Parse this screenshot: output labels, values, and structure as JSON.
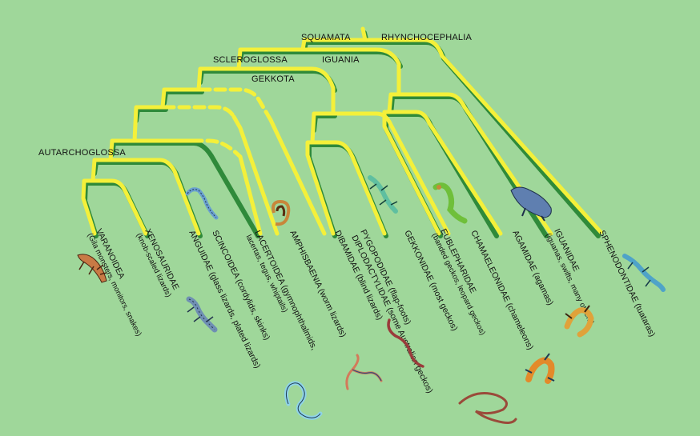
{
  "colors": {
    "background": "#9fd79a",
    "branch": "#f4f03a",
    "branch_shadow": "#2f8a3a",
    "text": "#111111"
  },
  "clades": {
    "squamata": "SQUAMATA",
    "rhynchocephalia": "RHYNCHOCEPHALIA",
    "scleroglossa": "SCLEROGLOSSA",
    "iguania": "IGUANIA",
    "gekkota": "GEKKOTA",
    "autarchoglossa": "AUTARCHOGLOSSA"
  },
  "taxa": [
    {
      "name": "VARANOIDEA",
      "common": "(Gila monsters, monitors, snakes)"
    },
    {
      "name": "XENOSAURIDAE",
      "common": "(knob-scaled lizards)"
    },
    {
      "name": "ANGUIDAE (glass lizards, plated lizards)",
      "common": ""
    },
    {
      "name": "SCINCOIDEA (cordylids, skinks)",
      "common": ""
    },
    {
      "name": "LACERTOIDEA (gymnophthalmids,",
      "common": "lacertas, tegus, whiptails)"
    },
    {
      "name": "AMPHISBAENIA (worm lizards)",
      "common": ""
    },
    {
      "name": "DIBAMIDAE (blind lizards)",
      "common": ""
    },
    {
      "name": "PYGOPODIDAE (flap-foots)",
      "common": ""
    },
    {
      "name": "DIPLODACTYLIDAE (some Australian geckos)",
      "common": ""
    },
    {
      "name": "GEKKONIDAE (most geckos)",
      "common": ""
    },
    {
      "name": "EUBLEPHARIDAE",
      "common": "(banded geckos, leopard geckos)"
    },
    {
      "name": "CHAMAELEONIDAE (chameleons)",
      "common": ""
    },
    {
      "name": "AGAMIDAE (agamas)",
      "common": ""
    },
    {
      "name": "IGUANIDAE",
      "common": "(iguanas, swifts, many others)"
    },
    {
      "name": "SPHENODONTIDAE (tuataras)",
      "common": ""
    }
  ],
  "illustrations": [
    "monitor-lizard-icon",
    "glass-lizard-icon",
    "skink-icon",
    "worm-lizard-icon",
    "blind-lizard-icon",
    "gecko-icon",
    "flap-foot-icon",
    "snake-icon",
    "chameleon-icon",
    "agama-icon",
    "iguana-icon",
    "tuatara-icon",
    "snake-coil-icon"
  ]
}
